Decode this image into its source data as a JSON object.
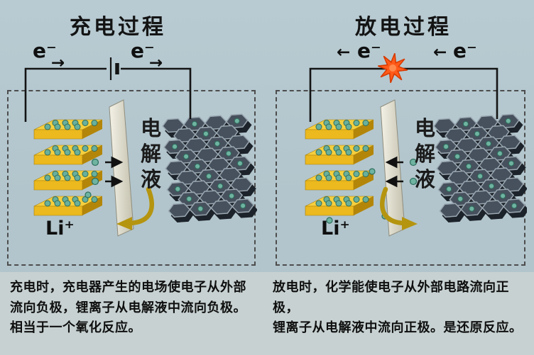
{
  "scene": {
    "charge": {
      "title": "充电过程",
      "electron_left": "e⁻",
      "electron_right": "e⁻",
      "arrow_left": "→",
      "arrow_right": "→",
      "electrolyte_label": "电解液",
      "ion_label": "Li⁺",
      "description_lines": [
        "充电时，充电器产生的电场使电子从外部",
        "流向负极，锂离子从电解液中流向负极。",
        "相当于一个氧化反应。"
      ]
    },
    "discharge": {
      "title": "放电过程",
      "electron_left": "e⁻",
      "electron_right": "e⁻",
      "arrow_left": "←",
      "arrow_right": "←",
      "electrolyte_label": "电解液",
      "ion_label": "Li⁺",
      "description_lines": [
        "放电时，化学能使电子从外部电路流向正极，",
        "锂离子从电解液中流向正极。是还原反应。"
      ]
    },
    "colors": {
      "background_top": "#b2c5cc",
      "background_bottom": "#c7d1d1",
      "electrode_yellow": "#ecb91e",
      "graphite_dark": "#46515d",
      "lithium_ion_teal": "#6fb3a1",
      "separator_beige": "#e9e6d8",
      "spark_orange": "#ff5a1a",
      "curved_arrow_gold": "#b5950f"
    },
    "icons": {
      "battery": "battery-symbol",
      "spark": "spark-star"
    }
  }
}
